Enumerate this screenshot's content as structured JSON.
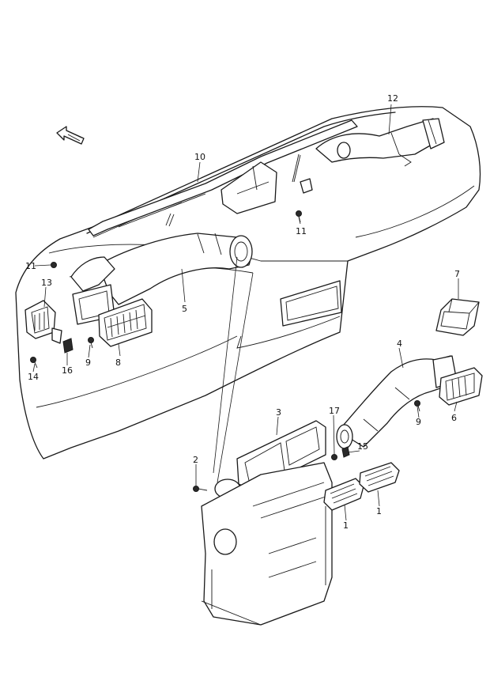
{
  "callouts": [
    {
      "id": "c12",
      "text": "12"
    },
    {
      "id": "c10",
      "text": "10"
    },
    {
      "id": "c11a",
      "text": "11"
    },
    {
      "id": "c11b",
      "text": "11"
    },
    {
      "id": "c13",
      "text": "13"
    },
    {
      "id": "c5",
      "text": "5"
    },
    {
      "id": "c9a",
      "text": "9"
    },
    {
      "id": "c16",
      "text": "16"
    },
    {
      "id": "c8",
      "text": "8"
    },
    {
      "id": "c14",
      "text": "14"
    },
    {
      "id": "c7",
      "text": "7"
    },
    {
      "id": "c4",
      "text": "4"
    },
    {
      "id": "c9b",
      "text": "9"
    },
    {
      "id": "c6",
      "text": "6"
    },
    {
      "id": "c3",
      "text": "3"
    },
    {
      "id": "c17",
      "text": "17"
    },
    {
      "id": "c15",
      "text": "15"
    },
    {
      "id": "c2",
      "text": "2"
    },
    {
      "id": "c1a",
      "text": "1"
    },
    {
      "id": "c1b",
      "text": "1"
    }
  ]
}
